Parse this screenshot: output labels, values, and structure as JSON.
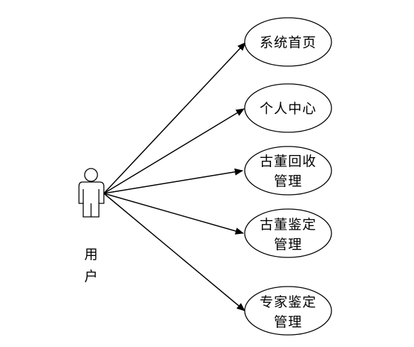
{
  "actor": {
    "name_line1": "用",
    "name_line2": "户"
  },
  "use_cases": [
    {
      "line1": "系统首页",
      "line2": ""
    },
    {
      "line1": "个人中心",
      "line2": ""
    },
    {
      "line1": "古董回收",
      "line2": "管理"
    },
    {
      "line1": "古董鉴定",
      "line2": "管理"
    },
    {
      "line1": "专家鉴定",
      "line2": "管理"
    }
  ]
}
